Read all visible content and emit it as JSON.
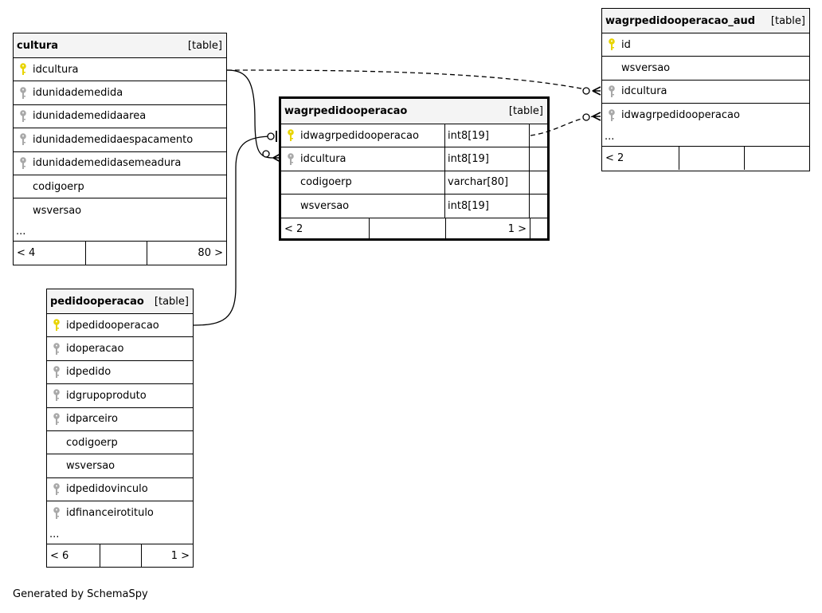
{
  "tables": {
    "cultura": {
      "name": "cultura",
      "tag": "[table]",
      "columns": [
        {
          "name": "idcultura",
          "key": "primary"
        },
        {
          "name": "idunidademedida",
          "key": "foreign"
        },
        {
          "name": "idunidademedidaarea",
          "key": "foreign"
        },
        {
          "name": "idunidademedidaespacamento",
          "key": "foreign"
        },
        {
          "name": "idunidademedidasemeadura",
          "key": "foreign"
        },
        {
          "name": "codigoerp",
          "key": "none"
        },
        {
          "name": "wsversao",
          "key": "none"
        }
      ],
      "ellipsis": "...",
      "footer": [
        "< 4",
        "",
        "80 >"
      ]
    },
    "pedidooperacao": {
      "name": "pedidooperacao",
      "tag": "[table]",
      "columns": [
        {
          "name": "idpedidooperacao",
          "key": "primary"
        },
        {
          "name": "idoperacao",
          "key": "foreign"
        },
        {
          "name": "idpedido",
          "key": "foreign"
        },
        {
          "name": "idgrupoproduto",
          "key": "foreign"
        },
        {
          "name": "idparceiro",
          "key": "foreign"
        },
        {
          "name": "codigoerp",
          "key": "none"
        },
        {
          "name": "wsversao",
          "key": "none"
        },
        {
          "name": "idpedidovinculo",
          "key": "foreign"
        },
        {
          "name": "idfinanceirotitulo",
          "key": "foreign"
        }
      ],
      "ellipsis": "...",
      "footer": [
        "< 6",
        "",
        "1 >"
      ]
    },
    "wagrpedidooperacao": {
      "name": "wagrpedidooperacao",
      "tag": "[table]",
      "columns": [
        {
          "name": "idwagrpedidooperacao",
          "type": "int8[19]",
          "key": "primary"
        },
        {
          "name": "idcultura",
          "type": "int8[19]",
          "key": "foreign"
        },
        {
          "name": "codigoerp",
          "type": "varchar[80]",
          "key": "none"
        },
        {
          "name": "wsversao",
          "type": "int8[19]",
          "key": "none"
        }
      ],
      "footer": [
        "< 2",
        "",
        "1 >"
      ]
    },
    "wagrpedidooperacao_aud": {
      "name": "wagrpedidooperacao_aud",
      "tag": "[table]",
      "columns": [
        {
          "name": "id",
          "key": "primary"
        },
        {
          "name": "wsversao",
          "key": "none"
        },
        {
          "name": "idcultura",
          "key": "foreign"
        },
        {
          "name": "idwagrpedidooperacao",
          "key": "foreign"
        }
      ],
      "ellipsis": "...",
      "footer": [
        "< 2",
        "",
        ""
      ]
    }
  },
  "credit": "Generated by SchemaSpy",
  "colors": {
    "primary_key": "#e8d400",
    "foreign_key": "#a8a8a8",
    "header_bg": "#f4f4f4"
  }
}
